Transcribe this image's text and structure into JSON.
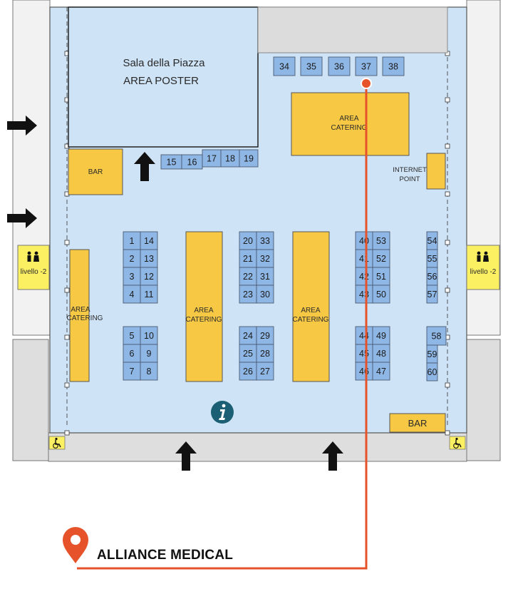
{
  "rooms": {
    "poster_title": "Sala della Piazza",
    "poster_subtitle": "AREA POSTER",
    "catering_line1": "AREA",
    "catering_line2": "CATERING",
    "bar": "BAR",
    "internet_line1": "INTERNET",
    "internet_line2": "POINT",
    "livello": "livello -2"
  },
  "booths": {
    "top_row": [
      "34",
      "35",
      "36",
      "37",
      "38"
    ],
    "row_15_19": [
      "15",
      "16",
      "17",
      "18",
      "19"
    ],
    "block_a": [
      "1",
      "14",
      "2",
      "13",
      "3",
      "12",
      "4",
      "11"
    ],
    "block_b": [
      "5",
      "10",
      "6",
      "9",
      "7",
      "8"
    ],
    "block_c": [
      "20",
      "33",
      "21",
      "32",
      "22",
      "31",
      "23",
      "30"
    ],
    "block_d": [
      "24",
      "29",
      "25",
      "28",
      "26",
      "27"
    ],
    "block_e": [
      "40",
      "53",
      "41",
      "52",
      "42",
      "51",
      "43",
      "50"
    ],
    "block_f": [
      "44",
      "49",
      "45",
      "48",
      "46",
      "47"
    ],
    "right_col_a": [
      "54",
      "55",
      "56",
      "57"
    ],
    "right_col_b": [
      "58",
      "59",
      "60"
    ]
  },
  "exhibitor": {
    "name": "ALLIANCE MEDICAL",
    "booth": "37"
  },
  "colors": {
    "hall": "#cfe3f6",
    "booth": "#8fb7e6",
    "area": "#f7c843",
    "route": "#e6532b",
    "info": "#1a5f73"
  },
  "icons": [
    "info-icon",
    "location-pin-icon",
    "wheelchair-icon",
    "restroom-icon",
    "entrance-arrow-icon"
  ]
}
